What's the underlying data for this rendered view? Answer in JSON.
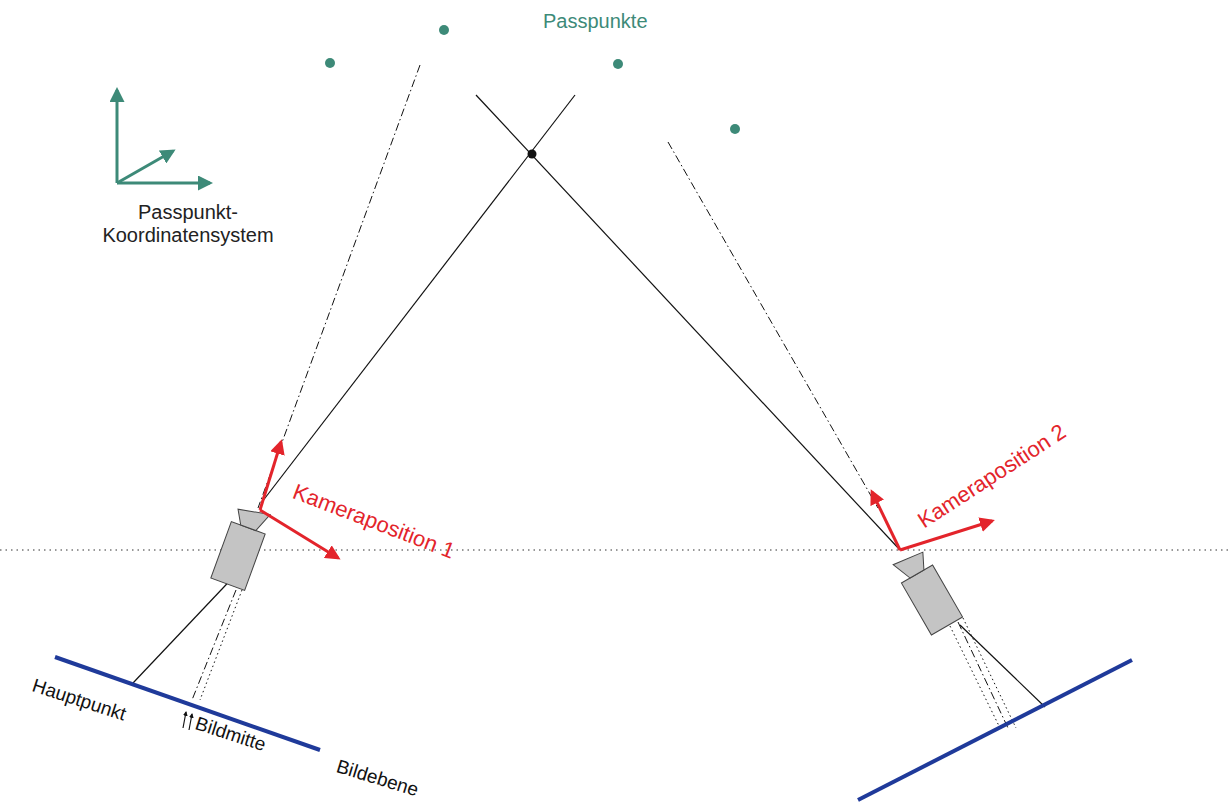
{
  "diagram": {
    "labels": [
      "Passpunkte",
      "Passpunkt- Koordinatensystem",
      "Kameraposition 1",
      "Kameraposition 2",
      "Hauptpunkt",
      "Bildmitte",
      "Bildebene"
    ]
  }
}
